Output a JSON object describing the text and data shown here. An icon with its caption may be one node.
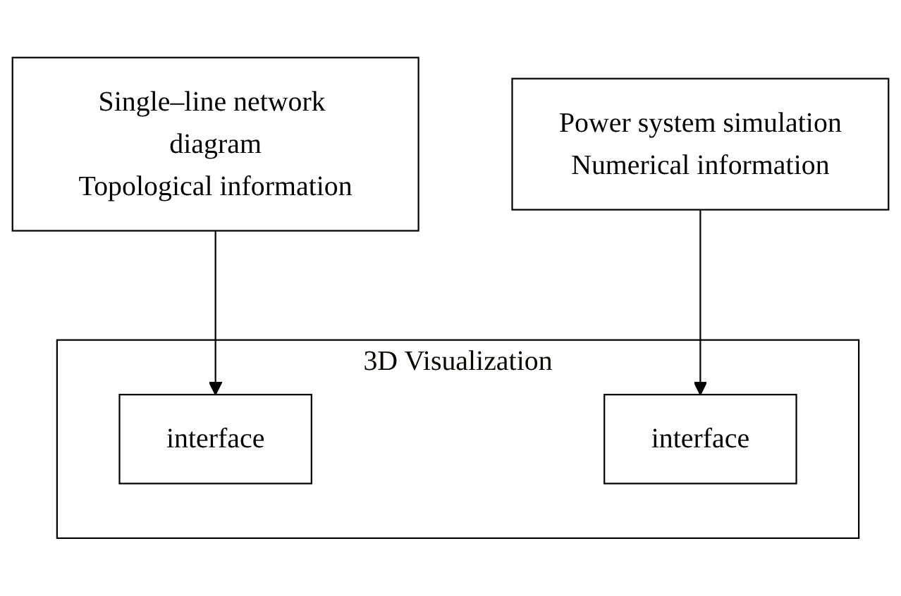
{
  "diagram": {
    "nodes": [
      {
        "text": [
          "Single–line network diagram",
          "Topological information"
        ]
      },
      {
        "text": [
          "Power system simulation",
          "Numerical information"
        ]
      },
      {
        "text": [
          "3D Visualization"
        ]
      },
      {
        "text": [
          "interface"
        ],
        "in": 2
      },
      {
        "text": [
          "interface"
        ],
        "in": 2
      }
    ],
    "edges": [
      {
        "from": 0,
        "to": 3,
        "arrow": "to"
      },
      {
        "from": 1,
        "to": 4,
        "arrow": "to"
      }
    ]
  }
}
